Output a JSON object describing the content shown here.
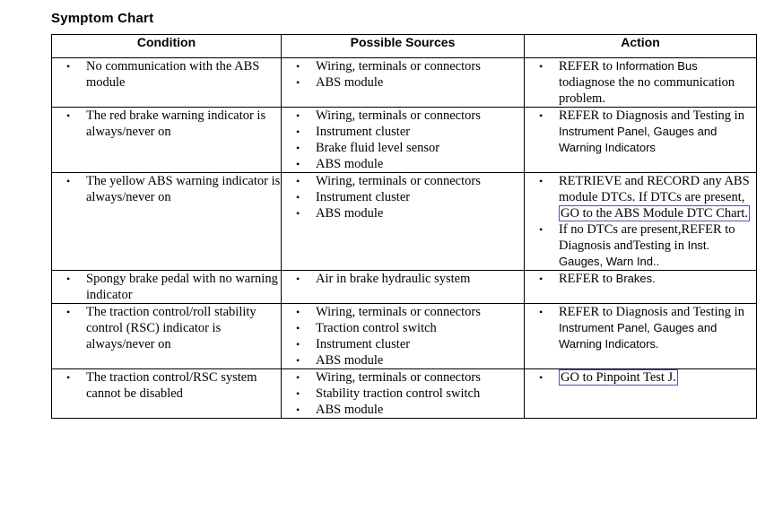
{
  "page": {
    "title": "Symptom Chart",
    "link_color": "#5555aa"
  },
  "table": {
    "headers": {
      "condition": "Condition",
      "sources": "Possible Sources",
      "action": "Action"
    },
    "rows": [
      {
        "condition": [
          "No communication with the ABS module"
        ],
        "sources": [
          "Wiring, terminals or connectors",
          "ABS module"
        ],
        "action_items": [
          {
            "parts": [
              {
                "text": "REFER to ",
                "style": "serif"
              },
              {
                "text": "Information Bus",
                "style": "sans"
              },
              {
                "text": " to",
                "style": "serif"
              },
              {
                "text": "diagnose the no communication problem.",
                "style": "serif"
              }
            ]
          }
        ]
      },
      {
        "condition": [
          "The red brake warning indicator is always/never on"
        ],
        "sources": [
          "Wiring, terminals or connectors",
          "Instrument cluster",
          "Brake fluid level sensor",
          "ABS module"
        ],
        "action_items": [
          {
            "parts": [
              {
                "text": "REFER to Diagnosis and Testing in ",
                "style": "serif"
              },
              {
                "text": "Instrument Panel, Gauges and Warning Indicators",
                "style": "sans"
              }
            ]
          }
        ]
      },
      {
        "condition": [
          "The yellow ABS warning indicator is always/never on"
        ],
        "sources": [
          "Wiring, terminals or connectors",
          "Instrument cluster",
          "ABS module"
        ],
        "action_items": [
          {
            "parts": [
              {
                "text": "RETRIEVE and RECORD any ABS module DTCs. If DTCs are present, ",
                "style": "serif"
              },
              {
                "text": "GO to the ABS Module DTC Chart.",
                "style": "link"
              }
            ]
          },
          {
            "parts": [
              {
                "text": "If no DTCs are present,",
                "style": "serif"
              },
              {
                "text": "REFER to Diagnosis and",
                "style": "serif"
              },
              {
                "text": "Testing in ",
                "style": "serif"
              },
              {
                "text": "Inst. Gauges, Warn Ind..",
                "style": "sans"
              }
            ]
          }
        ]
      },
      {
        "condition": [
          "Spongy brake pedal with no warning indicator"
        ],
        "sources": [
          "Air in brake hydraulic system"
        ],
        "action_items": [
          {
            "parts": [
              {
                "text": "REFER to ",
                "style": "serif"
              },
              {
                "text": "Brakes.",
                "style": "sans"
              }
            ]
          }
        ]
      },
      {
        "condition": [
          "The traction control/roll stability control (RSC) indicator is always/never on"
        ],
        "sources": [
          "Wiring, terminals or connectors",
          "Traction control switch",
          "Instrument cluster",
          "ABS module"
        ],
        "action_items": [
          {
            "parts": [
              {
                "text": "REFER to Diagnosis and Testing in ",
                "style": "serif"
              },
              {
                "text": "Instrument Panel, Gauges and Warning Indicators.",
                "style": "sans"
              }
            ]
          }
        ]
      },
      {
        "condition": [
          "The traction control/RSC system cannot be disabled"
        ],
        "sources": [
          "Wiring, terminals or connectors",
          "Stability traction control switch",
          "ABS module"
        ],
        "action_items": [
          {
            "parts": [
              {
                "text": "GO to Pinpoint Test J.",
                "style": "link"
              }
            ]
          }
        ]
      }
    ]
  }
}
